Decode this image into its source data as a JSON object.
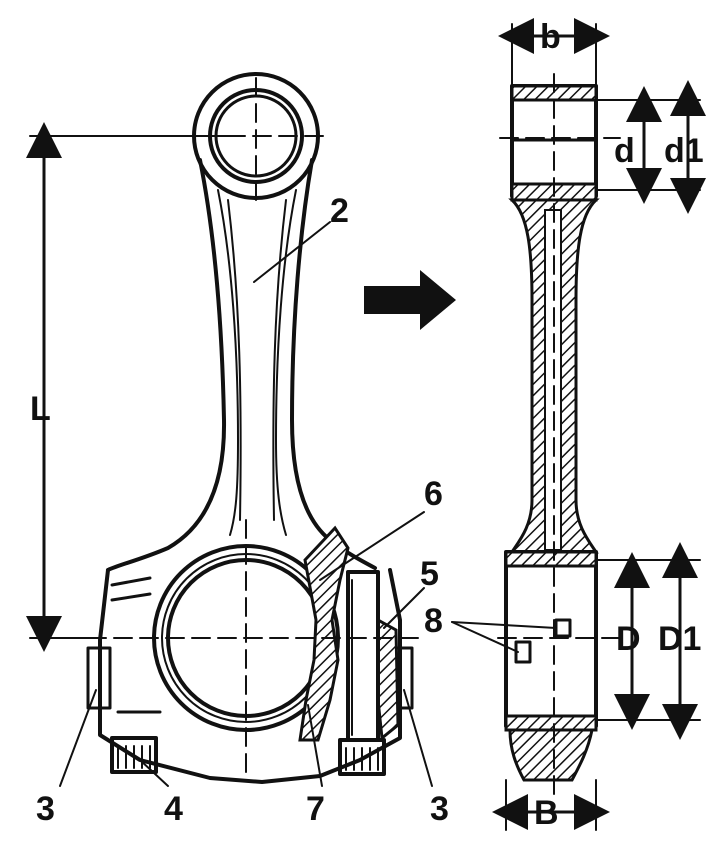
{
  "labels": {
    "L": "L",
    "part_2": "2",
    "part_3_left": "3",
    "part_4": "4",
    "part_7": "7",
    "part_3_right": "3",
    "part_6": "6",
    "part_5": "5",
    "part_8": "8",
    "b": "b",
    "d": "d",
    "d1": "d1",
    "D": "D",
    "D1": "D1",
    "B": "B"
  }
}
